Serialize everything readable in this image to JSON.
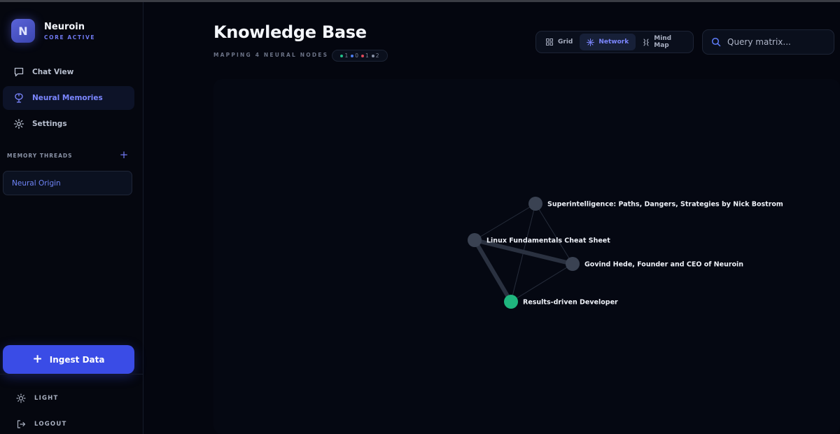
{
  "brand": {
    "initial": "N",
    "name": "Neuroin",
    "status": "CORE ACTIVE"
  },
  "nav": [
    {
      "label": "Chat View",
      "icon": "chat-bubble-icon",
      "active": false
    },
    {
      "label": "Neural Memories",
      "icon": "brain-icon",
      "active": true
    },
    {
      "label": "Settings",
      "icon": "gear-icon",
      "active": false
    }
  ],
  "threads": {
    "label": "MEMORY THREADS",
    "add": "+",
    "items": [
      "Neural Origin"
    ]
  },
  "ingest": {
    "plus": "+",
    "label": "Ingest Data"
  },
  "footer": {
    "theme_label": "LIGHT",
    "logout_label": "LOGOUT"
  },
  "header": {
    "title": "Knowledge Base",
    "subtitle": "MAPPING 4 NEURAL NODES",
    "legend": [
      {
        "color": "#22c08a",
        "count": "1"
      },
      {
        "color": "#4c7df0",
        "count": "0"
      },
      {
        "color": "#e04a5a",
        "count": "1"
      },
      {
        "color": "#8a93a8",
        "count": "2"
      }
    ]
  },
  "views": [
    {
      "label": "Grid",
      "icon": "grid-icon",
      "active": false
    },
    {
      "label": "Network",
      "icon": "network-icon",
      "active": true
    },
    {
      "label": "Mind Map",
      "icon": "mind-map-icon",
      "active": false
    }
  ],
  "search": {
    "placeholder": "Query matrix..."
  },
  "colors": {
    "accent": "#3a4ce6",
    "node_default": "#3a4252",
    "node_highlight": "#1fb67e"
  },
  "graph": {
    "nodes": [
      {
        "id": "n1",
        "label": "Superintelligence: Paths, Dangers, Strategies by Nick Bostrom",
        "highlight": false
      },
      {
        "id": "n2",
        "label": "Linux Fundamentals Cheat Sheet",
        "highlight": false
      },
      {
        "id": "n3",
        "label": "Govind Hede, Founder and CEO of Neuroin",
        "highlight": false
      },
      {
        "id": "n4",
        "label": "Results-driven Developer",
        "highlight": true
      }
    ],
    "edges": [
      {
        "from": "n1",
        "to": "n2",
        "weight": 1
      },
      {
        "from": "n1",
        "to": "n3",
        "weight": 1
      },
      {
        "from": "n1",
        "to": "n4",
        "weight": 1
      },
      {
        "from": "n2",
        "to": "n3",
        "weight": 3
      },
      {
        "from": "n2",
        "to": "n4",
        "weight": 3
      },
      {
        "from": "n3",
        "to": "n4",
        "weight": 1
      }
    ]
  }
}
